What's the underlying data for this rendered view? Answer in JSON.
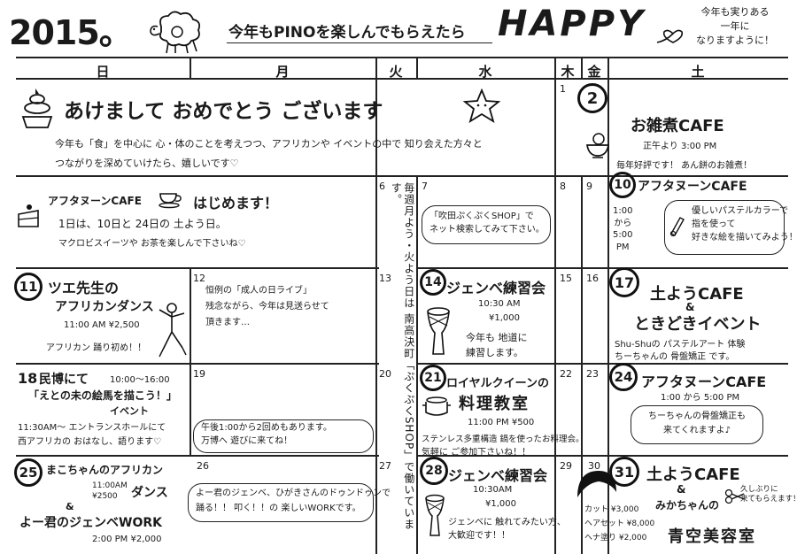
{
  "header": {
    "year": "2015。",
    "tagline": "今年もPINOを楽しんでもらえたら",
    "happy": "HAPPY",
    "wish": "今年も実りある\n一年に\nなりますように！"
  },
  "weekdays": {
    "sun": "日",
    "mon": "月",
    "tue": "火",
    "wed": "水",
    "thu": "木",
    "fri": "金",
    "sat": "土"
  },
  "days": {
    "d1": "1",
    "d2": "2",
    "d6": "6",
    "d7": "7",
    "d8": "8",
    "d9": "9",
    "d10": "10",
    "d11": "11",
    "d12": "12",
    "d13": "13",
    "d14": "14",
    "d15": "15",
    "d16": "16",
    "d17": "17",
    "d18": "18",
    "d19": "19",
    "d20": "20",
    "d21": "21",
    "d22": "22",
    "d23": "23",
    "d24": "24",
    "d25": "25",
    "d26": "26",
    "d27": "27",
    "d28": "28",
    "d29": "29",
    "d30": "30",
    "d31": "31"
  },
  "greeting": {
    "title": "あけまして おめでとう ございます",
    "line1": "今年も「食」を中心に 心・体のことを考えつつ、アフリカンや イベントの中で 知り会えた方々と",
    "line2": "つながりを深めていけたら、嬉しいです♡"
  },
  "jan2": {
    "title": "お雑煮CAFE",
    "time": "正午より 3:00 PM",
    "note": "毎年好評です！ あん餅のお雑煮！"
  },
  "afternoon_intro": {
    "title": "アフタヌーンCAFE",
    "start": "はじめます！",
    "line1": "1日は、10日と 24日の 土よう日。",
    "line2": "マクロビスイーツや お茶を楽しんで下さいね♡"
  },
  "tuesday_note": "毎週月よう・火よう日は 南高決町「ぷくぷくSHOP」で働いています。",
  "jan7": "「吹田ぷくぷくSHOP」で\nネット検索してみて下さい。",
  "jan10": {
    "title": "アフタヌーンCAFE",
    "time": "1:00\nから\n5:00\nPM",
    "bubble": "優しいパステルカラーで\n指を使って\n好きな絵を描いてみよう！"
  },
  "jan11": {
    "title1": "ツエ先生の",
    "title2": "アフリカンダンス",
    "time": "11:00 AM ¥2,500",
    "note": "アフリカン 踊り初め！！"
  },
  "jan12": "恒例の「成人の日ライブ」\n残念ながら、今年は見送らせて\n頂きます…",
  "jan14": {
    "title": "ジェンベ練習会",
    "time": "10:30 AM",
    "price": "¥1,000",
    "note": "今年も 地道に\n練習します。"
  },
  "jan17": {
    "title": "土ようCAFE",
    "amp": "&",
    "subtitle": "ときどきイベント",
    "note1": "Shu-Shuの パステルアート 体験",
    "note2": "ちーちゃんの 骨盤矯正 です。"
  },
  "jan18": {
    "title": "民博にて",
    "time": "10:00〜16:00",
    "event": "「えとの未の絵馬を描こう！」",
    "event_sub": "イベント",
    "line1": "11:30AM〜 エントランスホールにて",
    "line2": "西アフリカの おはなし、語ります♡",
    "bubble": "午後1:00から2回めもあります。\n万博へ 遊びに来てね！"
  },
  "jan21": {
    "title": "ロイヤルクイーンの",
    "title2": "料理教室",
    "time": "11:00 PM ¥500",
    "line1": "ステンレス多重構造 鍋を使ったお料理会。",
    "line2": "気軽に ご参加下さいね！！"
  },
  "jan24": {
    "title": "アフタヌーンCAFE",
    "time": "1:00 から 5:00 PM",
    "bubble": "ちーちゃんの骨盤矯正も\n来てくれますよ♪"
  },
  "jan25": {
    "title1": "まこちゃんのアフリカン",
    "time1": "11:00AM",
    "price1": "¥2500",
    "dance": "ダンス",
    "amp": "&",
    "title2": "よー君のジェンベWORK",
    "time2": "2:00 PM ¥2,000"
  },
  "jan26": "よー君のジェンベ、ひがきさんのドゥンドゥンで\n踊る！！ 叩く！！の 楽しいWORKです。",
  "jan28": {
    "title": "ジェンベ練習会",
    "time": "10:30AM",
    "price": "¥1,000",
    "note": "ジェンベに 触れてみたい方、\n大歓迎です！！"
  },
  "jan31": {
    "title": "土ようCAFE",
    "amp": "&",
    "subtitle": "みかちゃんの",
    "salon": "青空美容室",
    "price_cut": "カット ¥3,000",
    "price_set": "ヘアセット ¥8,000",
    "price_color": "ヘナ塗り ¥2,000",
    "memo": "久しぶりに\n来てもらえます！"
  }
}
